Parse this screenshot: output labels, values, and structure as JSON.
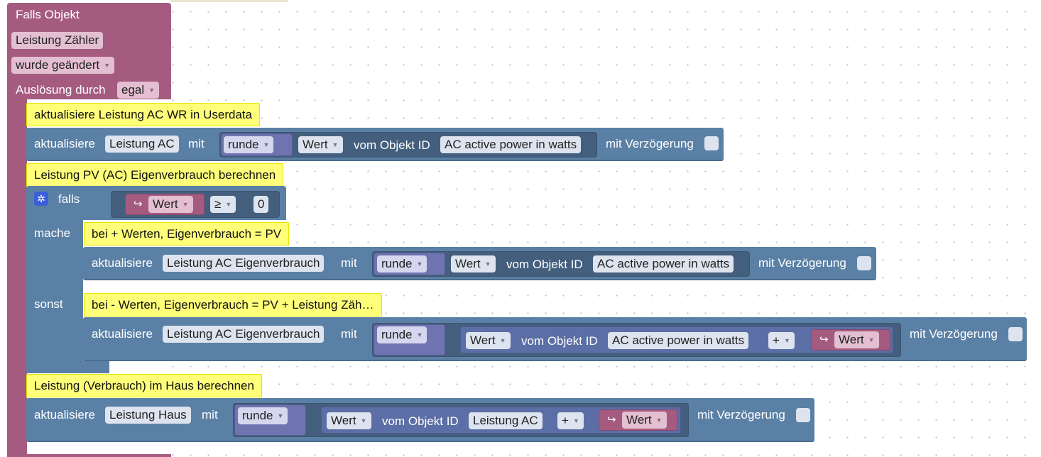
{
  "event": {
    "title": "Falls Objekt",
    "object": "Leistung Zähler",
    "condition": "wurde geändert",
    "trigger_label": "Auslösung durch",
    "trigger_value": "egal"
  },
  "comments": {
    "c1": "aktualisiere Leistung AC WR in Userdata",
    "c2": "Leistung PV (AC) Eigenverbrauch berechnen",
    "c3": "bei + Werten, Eigenverbrauch = PV",
    "c4": "bei - Werten, Eigenverbrauch = PV + Leistung Zäh…",
    "c5": "Leistung (Verbrauch) im Haus berechnen"
  },
  "common": {
    "update": "aktualisiere",
    "with": "mit",
    "round": "runde",
    "value": "Wert",
    "from_object": "vom Objekt ID",
    "delay": "mit Verzögerung",
    "arrow_icon": "↪"
  },
  "block1": {
    "target": "Leistung AC",
    "object_id": "AC active power in watts"
  },
  "ifblock": {
    "if_label": "falls",
    "do_label": "mache",
    "else_label": "sonst",
    "operator": "≥",
    "compare": "0"
  },
  "block2": {
    "target": "Leistung AC Eigenverbrauch",
    "object_id": "AC active power in watts"
  },
  "block3": {
    "target": "Leistung AC Eigenverbrauch",
    "object_id": "AC active power in watts",
    "operator": "+"
  },
  "block4": {
    "target": "Leistung Haus",
    "object_id": "Leistung AC",
    "operator": "+"
  },
  "colors": {
    "event": "#a55b80",
    "statement": "#5b80a5",
    "comment": "#ffff7a",
    "math": "#6f73b0"
  }
}
